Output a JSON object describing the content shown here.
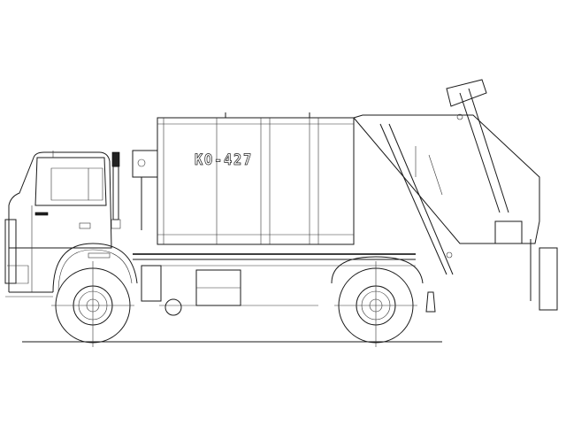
{
  "diagram": {
    "type": "technical-side-view-drawing",
    "subject": "Rear-loading garbage compactor truck on cab-over chassis",
    "body_marking": "КО-427",
    "components": [
      {
        "id": "cab",
        "label": "Cab"
      },
      {
        "id": "exhaust",
        "label": "Vertical exhaust stack"
      },
      {
        "id": "body",
        "label": "Compactor body"
      },
      {
        "id": "lift",
        "label": "Rear bin-lift mechanism"
      },
      {
        "id": "front-wheel",
        "label": "Front wheel"
      },
      {
        "id": "rear-wheel",
        "label": "Rear wheel"
      },
      {
        "id": "fuel-tank",
        "label": "Fuel tank"
      },
      {
        "id": "ground",
        "label": "Ground line"
      }
    ],
    "colors": {
      "line": "#1a1a1a",
      "background": "#ffffff"
    }
  }
}
